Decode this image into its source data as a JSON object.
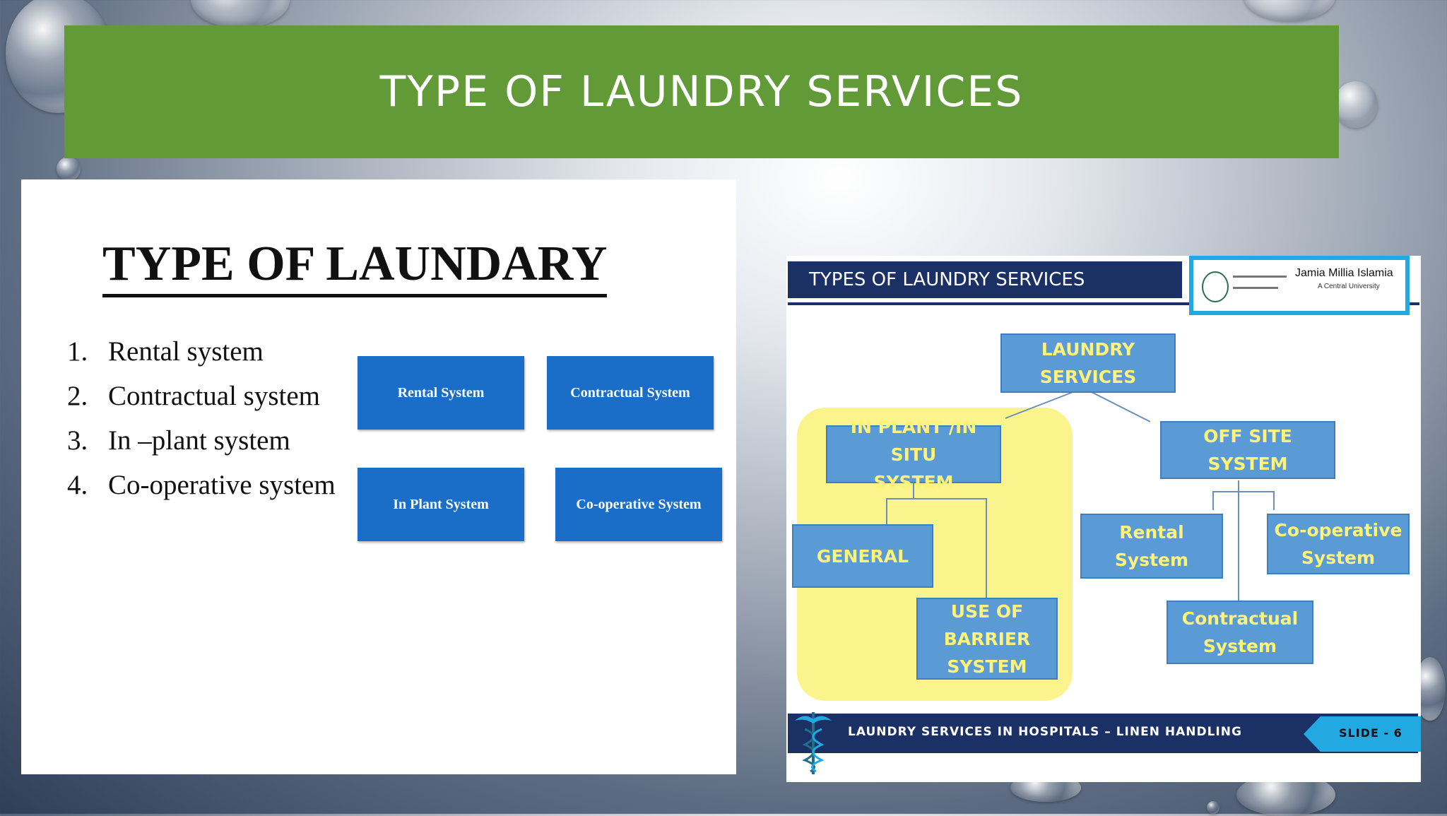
{
  "slide": {
    "title": "TYPE OF LAUNDRY  SERVICES"
  },
  "left_image": {
    "heading": "TYPE OF LAUNDARY",
    "list": [
      {
        "num": "1.",
        "text": "Rental system"
      },
      {
        "num": "2.",
        "text": "Contractual system"
      },
      {
        "num": "3.",
        "text": "In –plant system"
      },
      {
        "num": "4.",
        "text": "Co-operative system"
      }
    ],
    "boxes": {
      "rental": "Rental System",
      "contractual": "Contractual System",
      "in_plant": "In Plant System",
      "cooperative": "Co-operative System"
    },
    "colors": {
      "box": "#1a6ec8"
    }
  },
  "right_image": {
    "header": "TYPES OF LAUNDRY SERVICES",
    "logo": {
      "name": "Jamia Millia Islamia",
      "subtitle": "A Central University"
    },
    "nodes": {
      "root": "LAUNDRY\nSERVICES",
      "in_plant": "IN PLANT /IN SITU\nSYSTEM",
      "off_site": "OFF SITE SYSTEM",
      "general": "GENERAL",
      "barrier": "USE OF\nBARRIER\nSYSTEM",
      "rental": "Rental System",
      "cooperative": "Co-operative\nSystem",
      "contractual": "Contractual\nSystem"
    },
    "footer": "LAUNDRY SERVICES IN HOSPITALS – LINEN HANDLING",
    "slide_tag": "SLIDE - 6",
    "colors": {
      "header": "#1b3064",
      "node": "#5b9bd5",
      "node_text": "#fdf27a",
      "highlight": "#fbf48c",
      "accent": "#23a9e1"
    }
  },
  "colors": {
    "title_bar": "#629a38"
  }
}
